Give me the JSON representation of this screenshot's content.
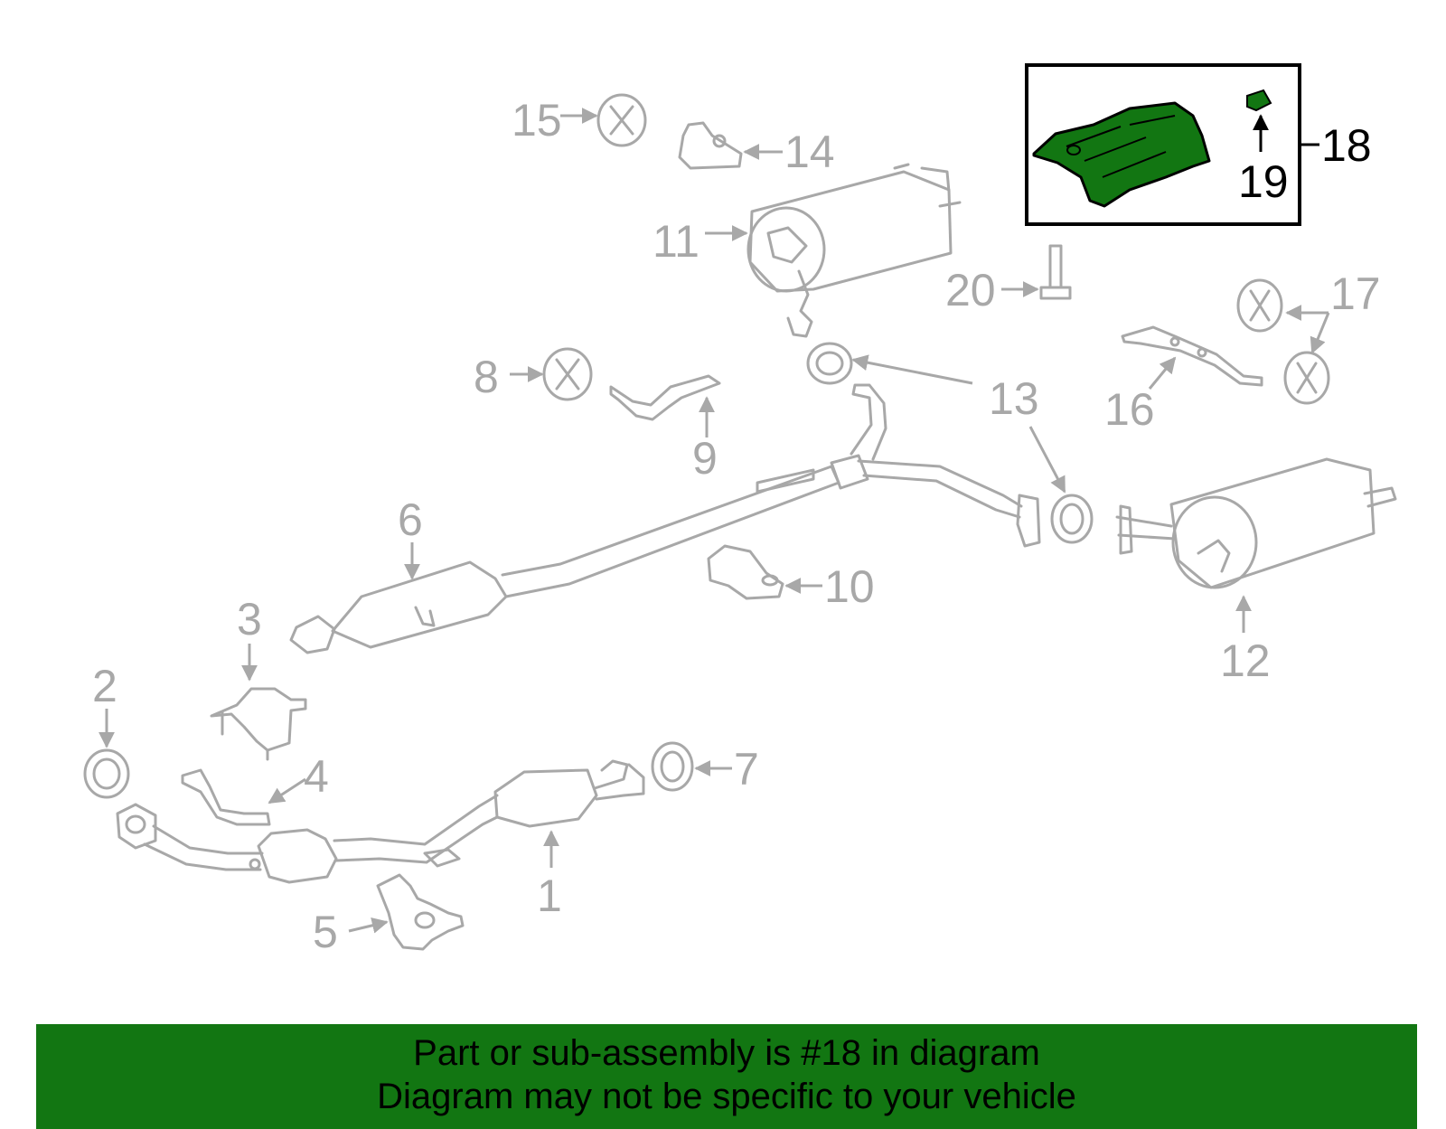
{
  "diagram": {
    "highlight_color": "#127612",
    "part_color": "#a8a8a8",
    "labels": {
      "p1": "1",
      "p2": "2",
      "p3": "3",
      "p4": "4",
      "p5": "5",
      "p6": "6",
      "p7": "7",
      "p8": "8",
      "p9": "9",
      "p10": "10",
      "p11": "11",
      "p12": "12",
      "p13": "13",
      "p14": "14",
      "p15": "15",
      "p16": "16",
      "p17": "17",
      "p18": "18",
      "p19": "19",
      "p20": "20"
    }
  },
  "banner": {
    "line1": "Part or sub-assembly is #18 in diagram",
    "line2": "Diagram may not be specific to your vehicle",
    "background": "#127612"
  }
}
